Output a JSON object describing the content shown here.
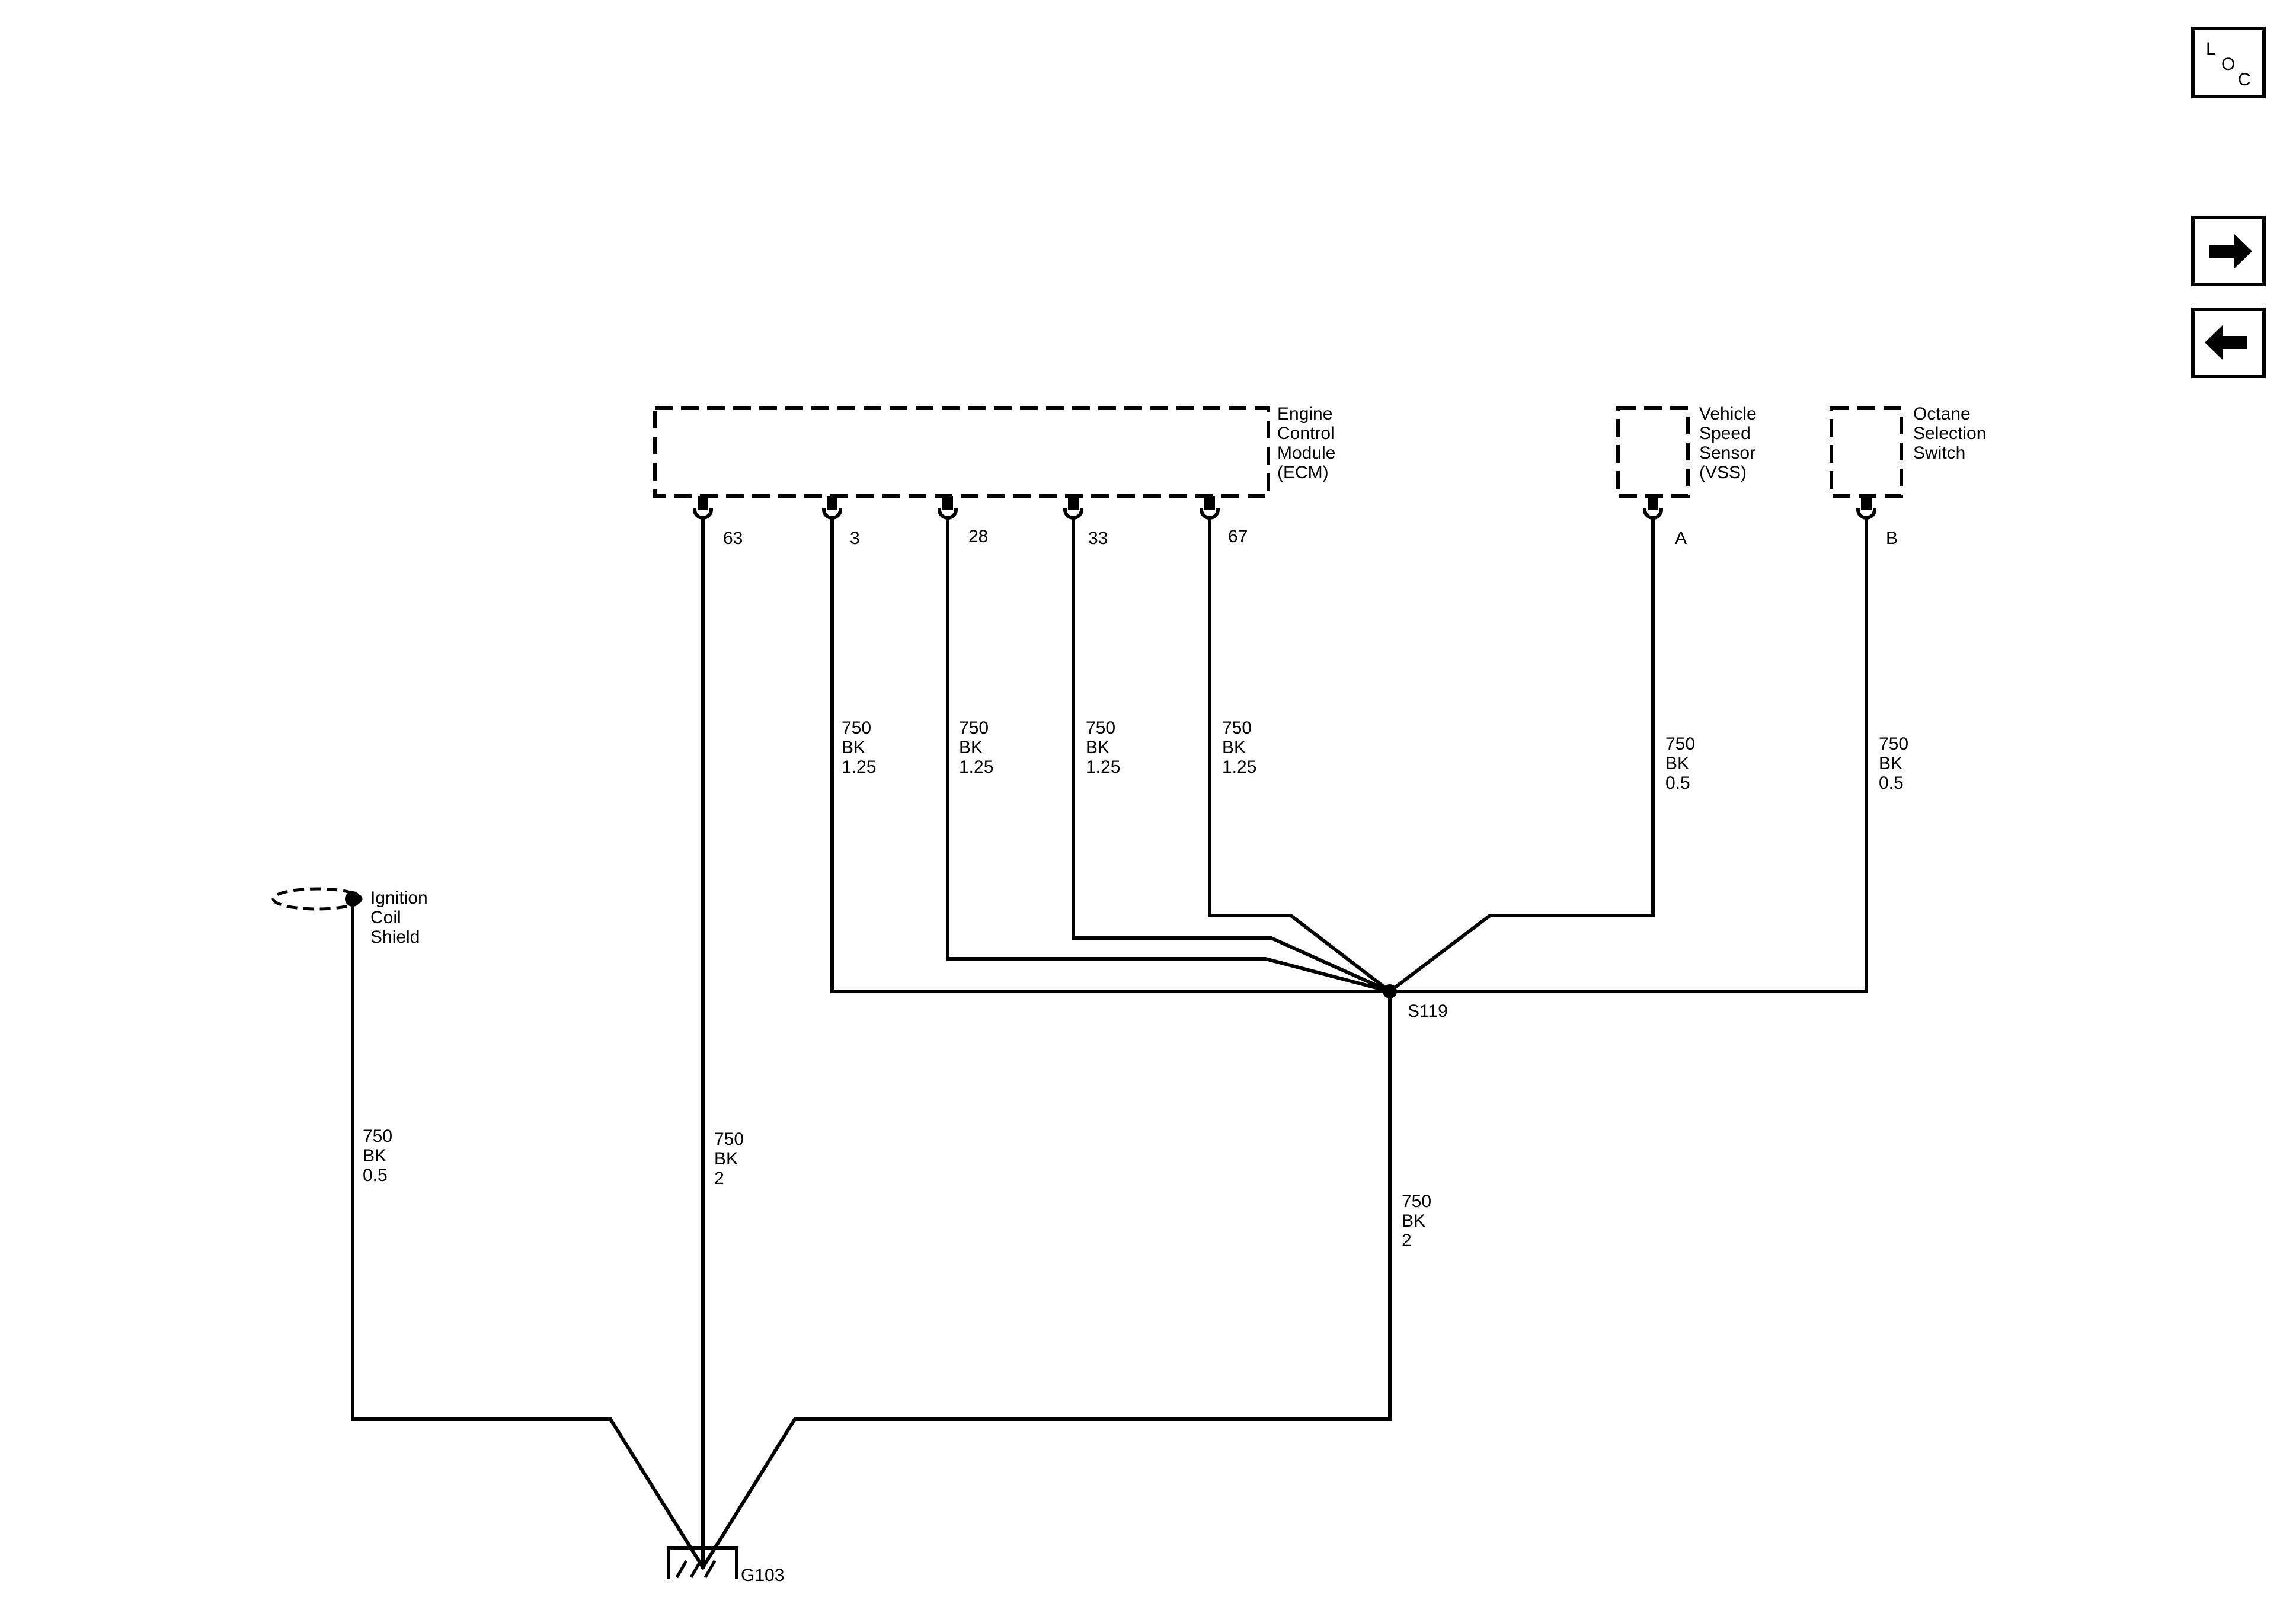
{
  "nav": {
    "loc": [
      "L",
      "O",
      "C"
    ],
    "next_icon": "arrow-right-icon",
    "prev_icon": "arrow-left-icon"
  },
  "components": {
    "ecm": [
      "Engine",
      "Control",
      "Module",
      "(ECM)"
    ],
    "vss": [
      "Vehicle",
      "Speed",
      "Sensor",
      "(VSS)"
    ],
    "octane": [
      "Octane",
      "Selection",
      "Switch"
    ],
    "ignition": [
      "Ignition",
      "Coil",
      "Shield"
    ]
  },
  "pins": {
    "ecm_63": "63",
    "ecm_3": "3",
    "ecm_28": "28",
    "ecm_33": "33",
    "ecm_67": "67",
    "vss_a": "A",
    "octane_b": "B"
  },
  "wires": {
    "ecm3": [
      "750",
      "BK",
      "1.25"
    ],
    "ecm28": [
      "750",
      "BK",
      "1.25"
    ],
    "ecm33": [
      "750",
      "BK",
      "1.25"
    ],
    "ecm67": [
      "750",
      "BK",
      "1.25"
    ],
    "vss": [
      "750",
      "BK",
      "0.5"
    ],
    "octane": [
      "750",
      "BK",
      "0.5"
    ],
    "ignition": [
      "750",
      "BK",
      "0.5"
    ],
    "ecm63": [
      "750",
      "BK",
      "2"
    ],
    "splice": [
      "750",
      "BK",
      "2"
    ]
  },
  "splice": "S119",
  "ground": "G103"
}
